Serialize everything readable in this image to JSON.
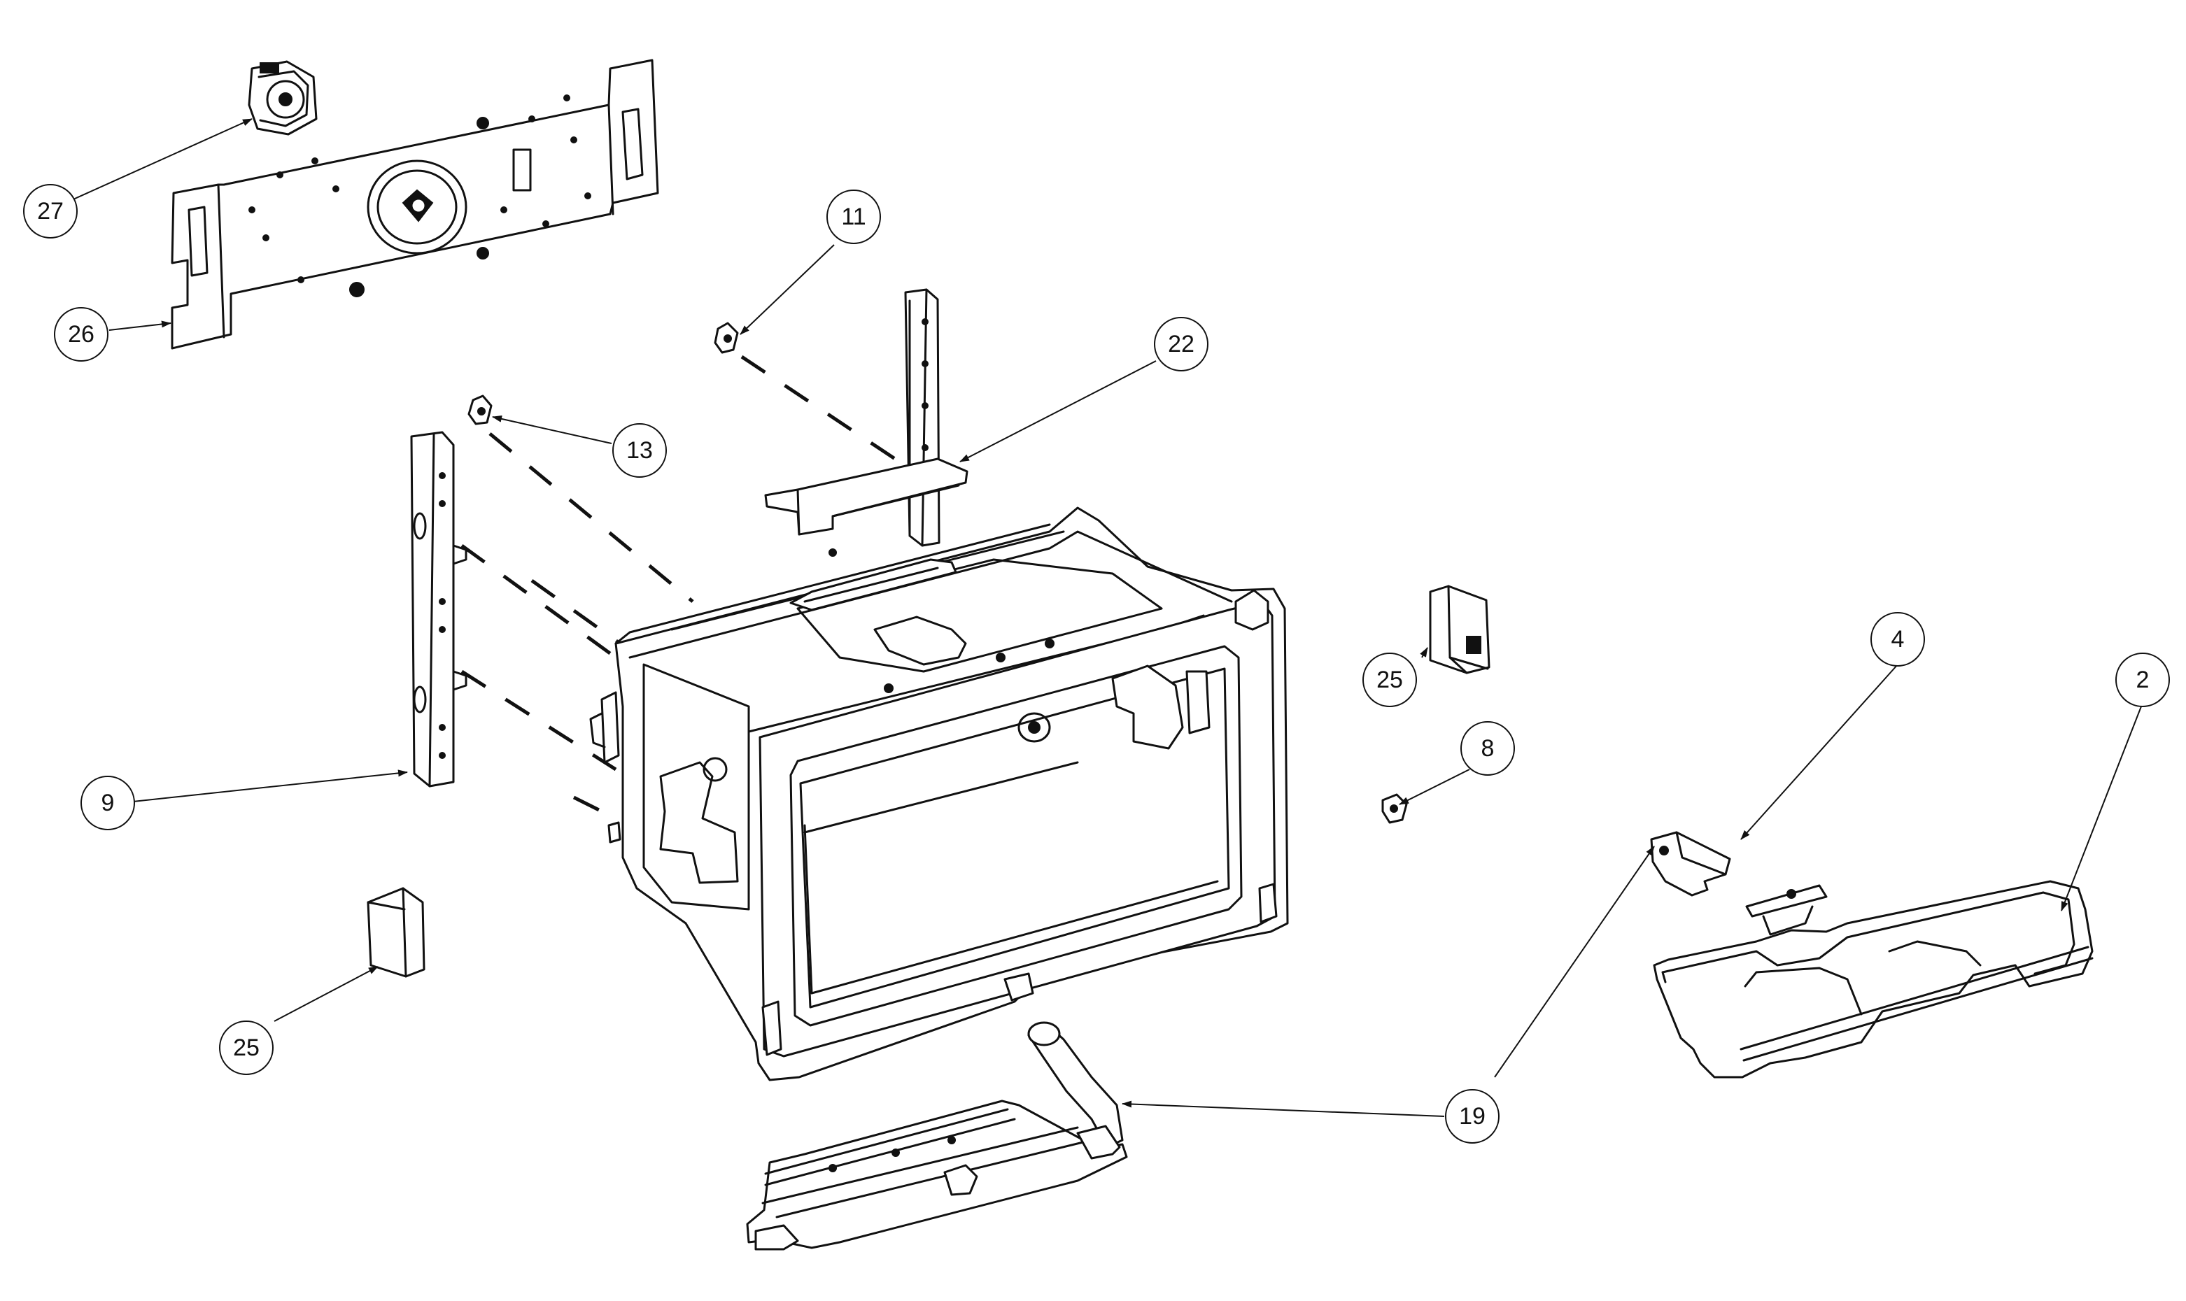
{
  "callouts": {
    "c27": "27",
    "c26": "26",
    "c11": "11",
    "c22": "22",
    "c13": "13",
    "c25a": "25",
    "c25b": "25",
    "c4": "4",
    "c2": "2",
    "c8": "8",
    "c9": "9",
    "c19": "19"
  }
}
